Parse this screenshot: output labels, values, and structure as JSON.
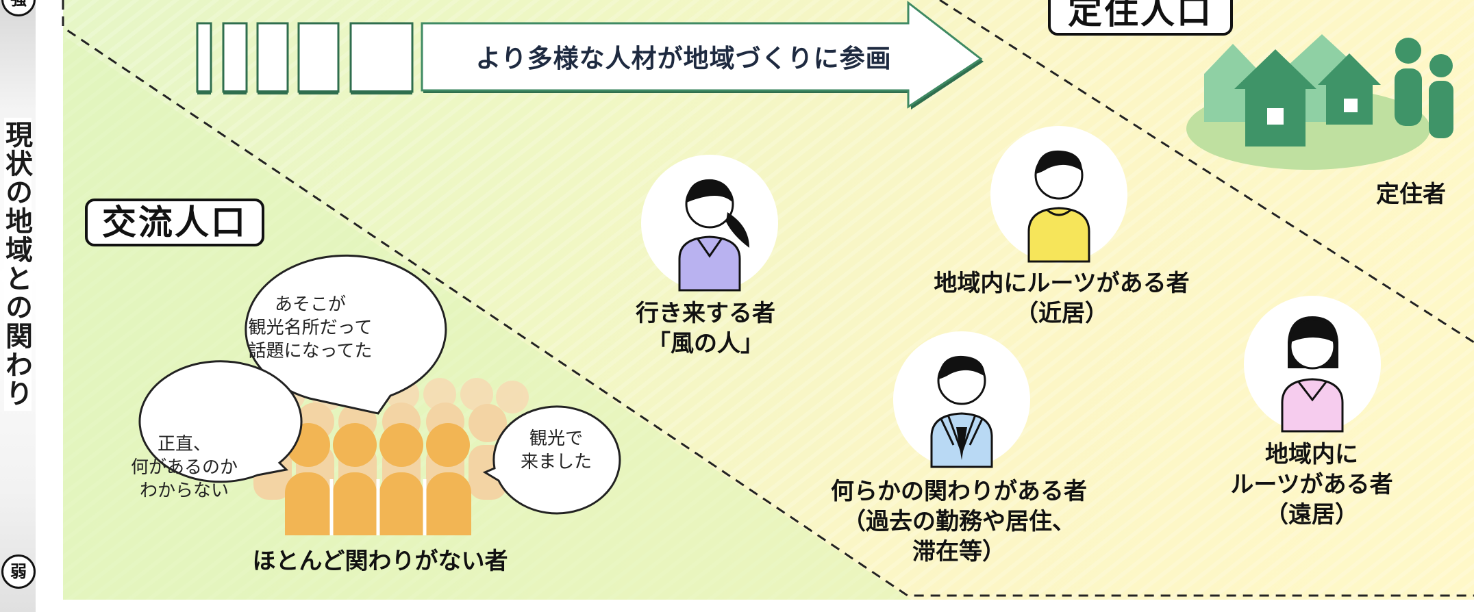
{
  "axis": {
    "title": "現状の地域との関わり",
    "strong_label": "強",
    "weak_label": "弱"
  },
  "arrow": {
    "text": "より多様な人材が地域づくりに参画"
  },
  "zones": {
    "exchange_population": "交流人口",
    "settled_population": "定住人口"
  },
  "people": {
    "resident": "定住者",
    "roots_nearby": [
      "地域内にルーツがある者",
      "（近居）"
    ],
    "comer_goer": [
      "行き来する者",
      "「風の人」"
    ],
    "some_connection": [
      "何らかの関わりがある者",
      "（過去の勤務や居住、",
      "滞在等）"
    ],
    "roots_far": [
      "地域内に",
      "ルーツがある者",
      "（遠居）"
    ],
    "no_connection": "ほとんど関わりがない者"
  },
  "speech_bubbles": {
    "famous_spot": [
      "あそこが",
      "観光名所だって",
      "話題になってた"
    ],
    "dont_know": [
      "正直、",
      "何があるのか",
      "わからない"
    ],
    "sightseeing": [
      "観光で",
      "来ました"
    ]
  },
  "colors": {
    "arrow_green": "#3f8a63",
    "house_green": "#3f9468",
    "crowd_orange": "#f2b554",
    "person_purple": "#b9b2f0",
    "person_yellow": "#f6e55a",
    "person_blue": "#b9d9f4",
    "person_pink": "#f6ccee"
  }
}
